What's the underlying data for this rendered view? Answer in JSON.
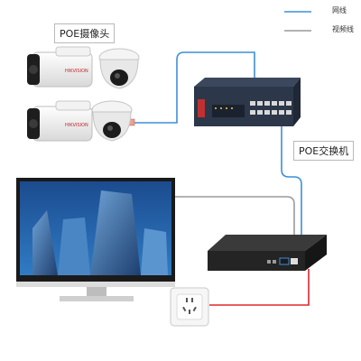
{
  "legend": {
    "network_label": "网线",
    "video_label": "视频线"
  },
  "labels": {
    "cameras": "POE摄像头",
    "switch": "POE交换机"
  },
  "camera_brand": "HIKVISION",
  "colors": {
    "network_cable": "#3d8fd8",
    "video_cable": "#9a9a9a",
    "power_cable": "#e0262a",
    "switch_body": "#2f3a4c",
    "nvr_body": "#2b2b2b"
  }
}
